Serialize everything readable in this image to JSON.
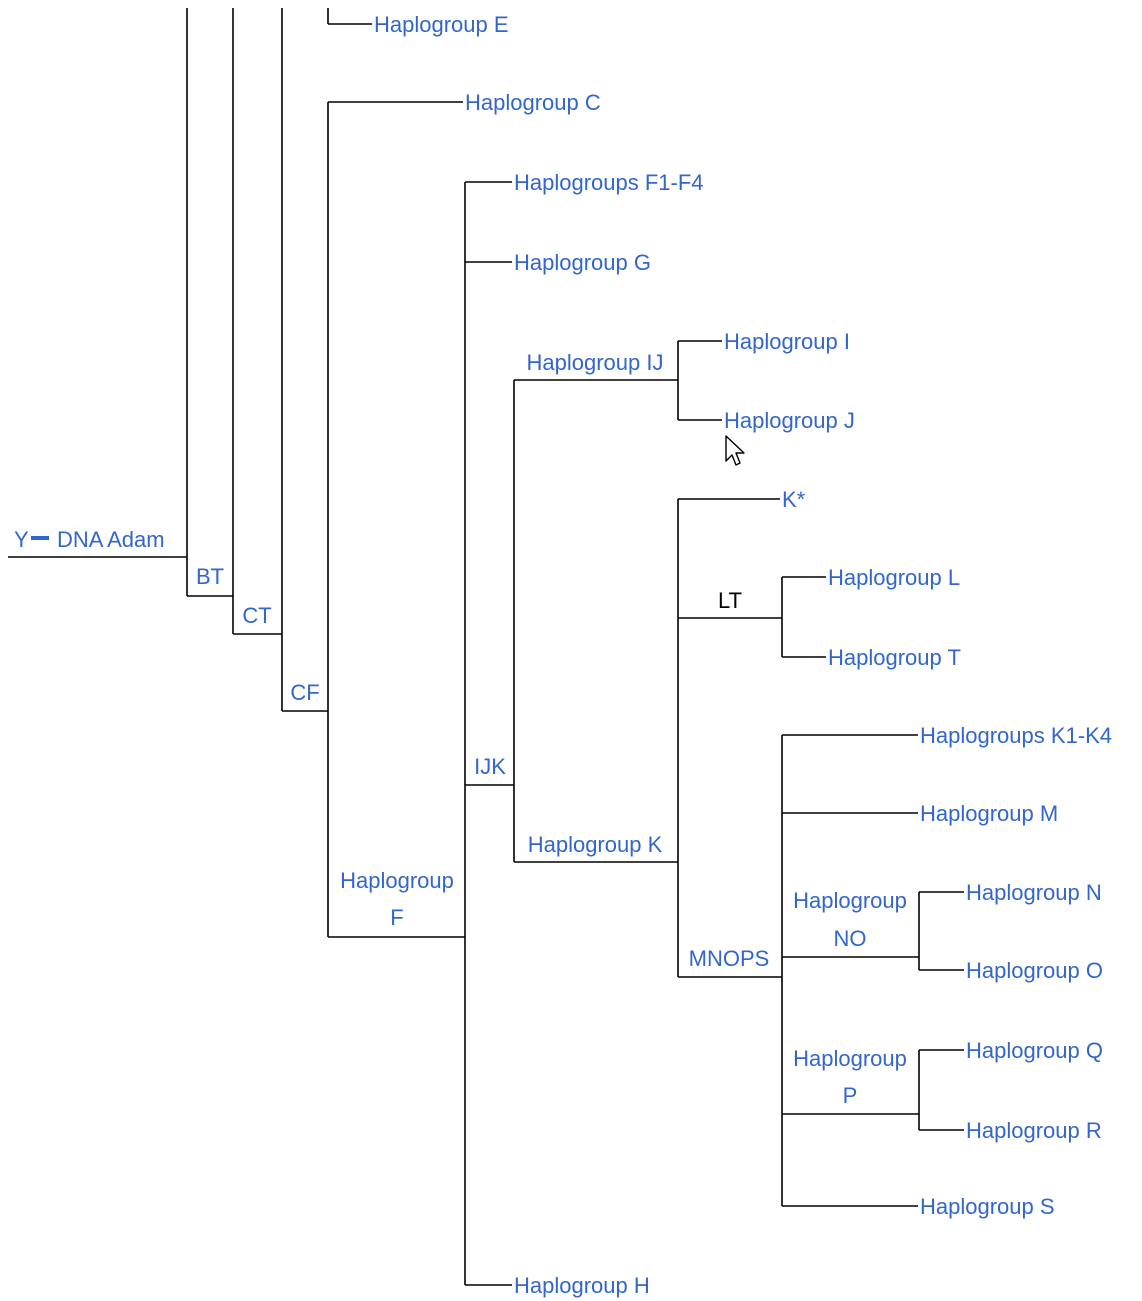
{
  "colors": {
    "link": "#3366cc",
    "plain_text": "#000000",
    "line": "#000000",
    "background": "#ffffff"
  },
  "tree": {
    "root": {
      "prefix": "Y",
      "name": "DNA Adam"
    },
    "internal": {
      "bt": "BT",
      "ct": "CT",
      "cf": "CF",
      "f_line1": "Haplogroup",
      "f_line2": "F",
      "ijk": "IJK",
      "ij": "Haplogroup IJ",
      "k": "Haplogroup K",
      "lt": "LT",
      "mnops": "MNOPS",
      "no_line1": "Haplogroup",
      "no_line2": "NO",
      "p_line1": "Haplogroup",
      "p_line2": "P"
    },
    "leaves": {
      "e": "Haplogroup E",
      "c": "Haplogroup C",
      "f1f4": "Haplogroups F1-F4",
      "g": "Haplogroup G",
      "i": "Haplogroup I",
      "j": "Haplogroup J",
      "kstar": "K*",
      "l": "Haplogroup L",
      "t": "Haplogroup T",
      "k1k4": "Haplogroups K1-K4",
      "m": "Haplogroup M",
      "n": "Haplogroup N",
      "o": "Haplogroup O",
      "q": "Haplogroup Q",
      "r": "Haplogroup R",
      "s": "Haplogroup S",
      "h": "Haplogroup H"
    }
  },
  "pointer": {
    "icon": "arrow-cursor-icon"
  }
}
